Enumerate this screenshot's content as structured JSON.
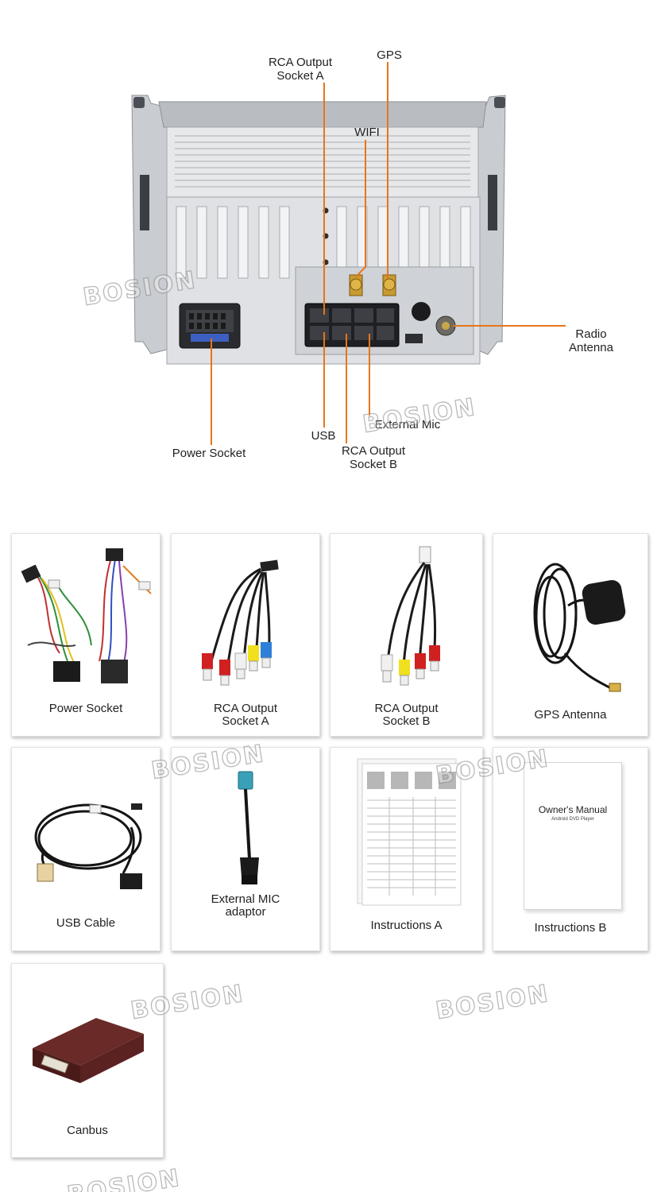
{
  "diagram": {
    "labels": {
      "rca_a_line1": "RCA Output",
      "rca_a_line2": "Socket A",
      "gps": "GPS",
      "wifi": "WIFI",
      "radio_line1": "Radio",
      "radio_line2": "Antenna",
      "power_socket": "Power Socket",
      "usb": "USB",
      "rca_b_line1": "RCA Output",
      "rca_b_line2": "Socket B",
      "external_mic": "External Mic"
    },
    "callout_color": "#e8751a"
  },
  "watermark_text": "BOSION",
  "accessories": [
    {
      "label_line1": "Power Socket",
      "label_line2": "",
      "icon": "wiring-harness-icon"
    },
    {
      "label_line1": "RCA Output",
      "label_line2": "Socket A",
      "icon": "rca-cable-icon"
    },
    {
      "label_line1": "RCA Output",
      "label_line2": "Socket B",
      "icon": "rca-cable-icon"
    },
    {
      "label_line1": "GPS Antenna",
      "label_line2": "",
      "icon": "gps-antenna-icon"
    },
    {
      "label_line1": "USB Cable",
      "label_line2": "",
      "icon": "usb-cable-icon"
    },
    {
      "label_line1": "External MIC",
      "label_line2": "adaptor",
      "icon": "mic-adaptor-icon"
    },
    {
      "label_line1": "Instructions A",
      "label_line2": "",
      "icon": "instruction-sheet-icon"
    },
    {
      "label_line1": "Instructions B",
      "label_line2": "",
      "icon": "manual-booklet-icon"
    },
    {
      "label_line1": "Canbus",
      "label_line2": "",
      "icon": "canbus-box-icon"
    }
  ],
  "manual": {
    "title": "Owner's Manual",
    "subtitle": "Android DVD Player"
  }
}
